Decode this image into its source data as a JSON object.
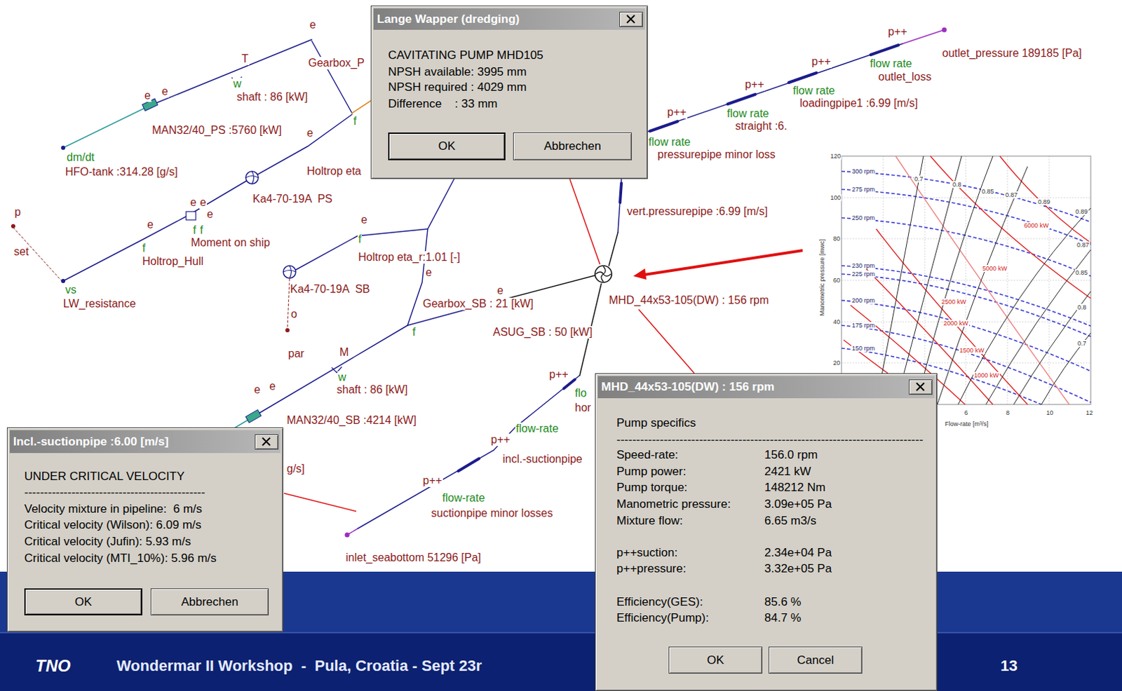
{
  "diagram": {
    "nodes": [
      {
        "text": [
          "Lange Wapper (dredging)",
          "CAVITATING PUMP MHD105",
          "NPSH available: 3995 mm",
          "NPSH required : 4029 mm",
          "Difference    : 33 mm"
        ]
      },
      {
        "text": [
          "OK"
        ],
        "in": 0
      },
      {
        "text": [
          "Abbrechen"
        ],
        "in": 0
      },
      {
        "text": [
          "MHD_44x53-105(DW) : 156 rpm"
        ]
      },
      {
        "text": [
          "Incl.-suctionpipe :6.00 [m/s]",
          "UNDER CRITICAL VELOCITY",
          "----------------------------------------------",
          "Velocity mixture in pipeline:  6 m/s",
          "Critical velocity (Wilson): 6.09 m/s",
          "Critical velocity (Jufin): 5.93 m/s",
          "Critical velocity (MTI_10%): 5.96 m/s"
        ]
      },
      {
        "text": [
          "OK"
        ],
        "in": 4
      },
      {
        "text": [
          "Abbrechen"
        ],
        "in": 4
      },
      {
        "text": [
          "MHD_44x53-105(DW) : 156 rpm",
          "Pump specifics",
          "------------------------------------------------------------------------------",
          "Speed-rate:",
          "156.0 rpm",
          "Pump power:",
          "2421 kW",
          "Pump torque:",
          "148212 Nm",
          "Manometric pressure:",
          "3.09e+05 Pa",
          "Mixture flow:",
          "6.65 m3/s",
          "p++suction:",
          "2.34e+04 Pa",
          "p++pressure:",
          "3.32e+05 Pa",
          "Efficiency(GES):",
          "85.6 %",
          "Efficiency(Pump):",
          "84.7 %"
        ]
      },
      {
        "text": [
          "OK"
        ],
        "in": 7
      },
      {
        "text": [
          "Cancel"
        ],
        "in": 7
      }
    ],
    "edges": [
      {
        "from": 0,
        "to": 3,
        "arrow": "none"
      },
      {
        "from": 7,
        "to": 3,
        "arrow": "none"
      }
    ],
    "labels": [
      "e",
      "T",
      "Gearbox_P",
      "w",
      "shaft : 86 [kW]",
      "e",
      "e",
      "MAN32/40_PS :5760 [kW]",
      "e",
      "f",
      "dm/dt",
      "HFO-tank :314.28 [g/s]",
      "Holtrop eta",
      "Ka4-70-19A  PS",
      "e",
      "e",
      "e",
      "f",
      "f",
      "p",
      "set",
      "e",
      "f",
      "Moment on ship",
      "Holtrop_Hull",
      "vs",
      "LW_resistance",
      "e",
      "f",
      "Holtrop eta_r:1.01 [-]",
      "e",
      "Ka4-70-19A  SB",
      "o",
      "Gearbox_SB : 21 [kW]",
      "e",
      "f",
      "ASUG_SB : 50 [kW]",
      "par",
      "M",
      "w",
      "shaft : 86 [kW]",
      "e",
      "e",
      "MAN32/40_SB :4214 [kW]",
      "g/s]",
      "p++",
      "flo",
      "hor",
      "flow-rate",
      "p++",
      "incl.-suctionpipe",
      "p++",
      "flow-rate",
      "suctionpipe minor losses",
      "inlet_seabottom 51296 [Pa]",
      "vert.pressurepipe :6.99 [m/s]",
      "p++",
      "flow rate",
      "pressurepipe minor loss",
      "flow rate",
      "straight :6.",
      "p++",
      "flow rate",
      "loadingpipe1 :6.99 [m/s]",
      "p++",
      "flow rate",
      "outlet_loss",
      "p++",
      "outlet_pressure 189185 [Pa]",
      "120",
      "100",
      "80",
      "60",
      "40",
      "20",
      "6",
      "8",
      "10",
      "12",
      "Manometric pressure [mwc]",
      "Flow-rate [m³/s]",
      "300 rpm",
      "275 rpm",
      "250 rpm",
      "230 rpm",
      "225 rpm",
      "200 rpm",
      "175 rpm",
      "150 rpm",
      "0.7",
      "0.8",
      "0.85",
      "0.87",
      "0.89",
      "0.89",
      "0.87",
      "0.85",
      "0.8",
      "0.7",
      "6000 kW",
      "5000 kW",
      "2500 kW",
      "2000 kW",
      "1500 kW",
      "1000 kW",
      "TNO",
      "Wondermar II Workshop  -  Pula, Croatia - Sept 23r",
      "13"
    ]
  }
}
